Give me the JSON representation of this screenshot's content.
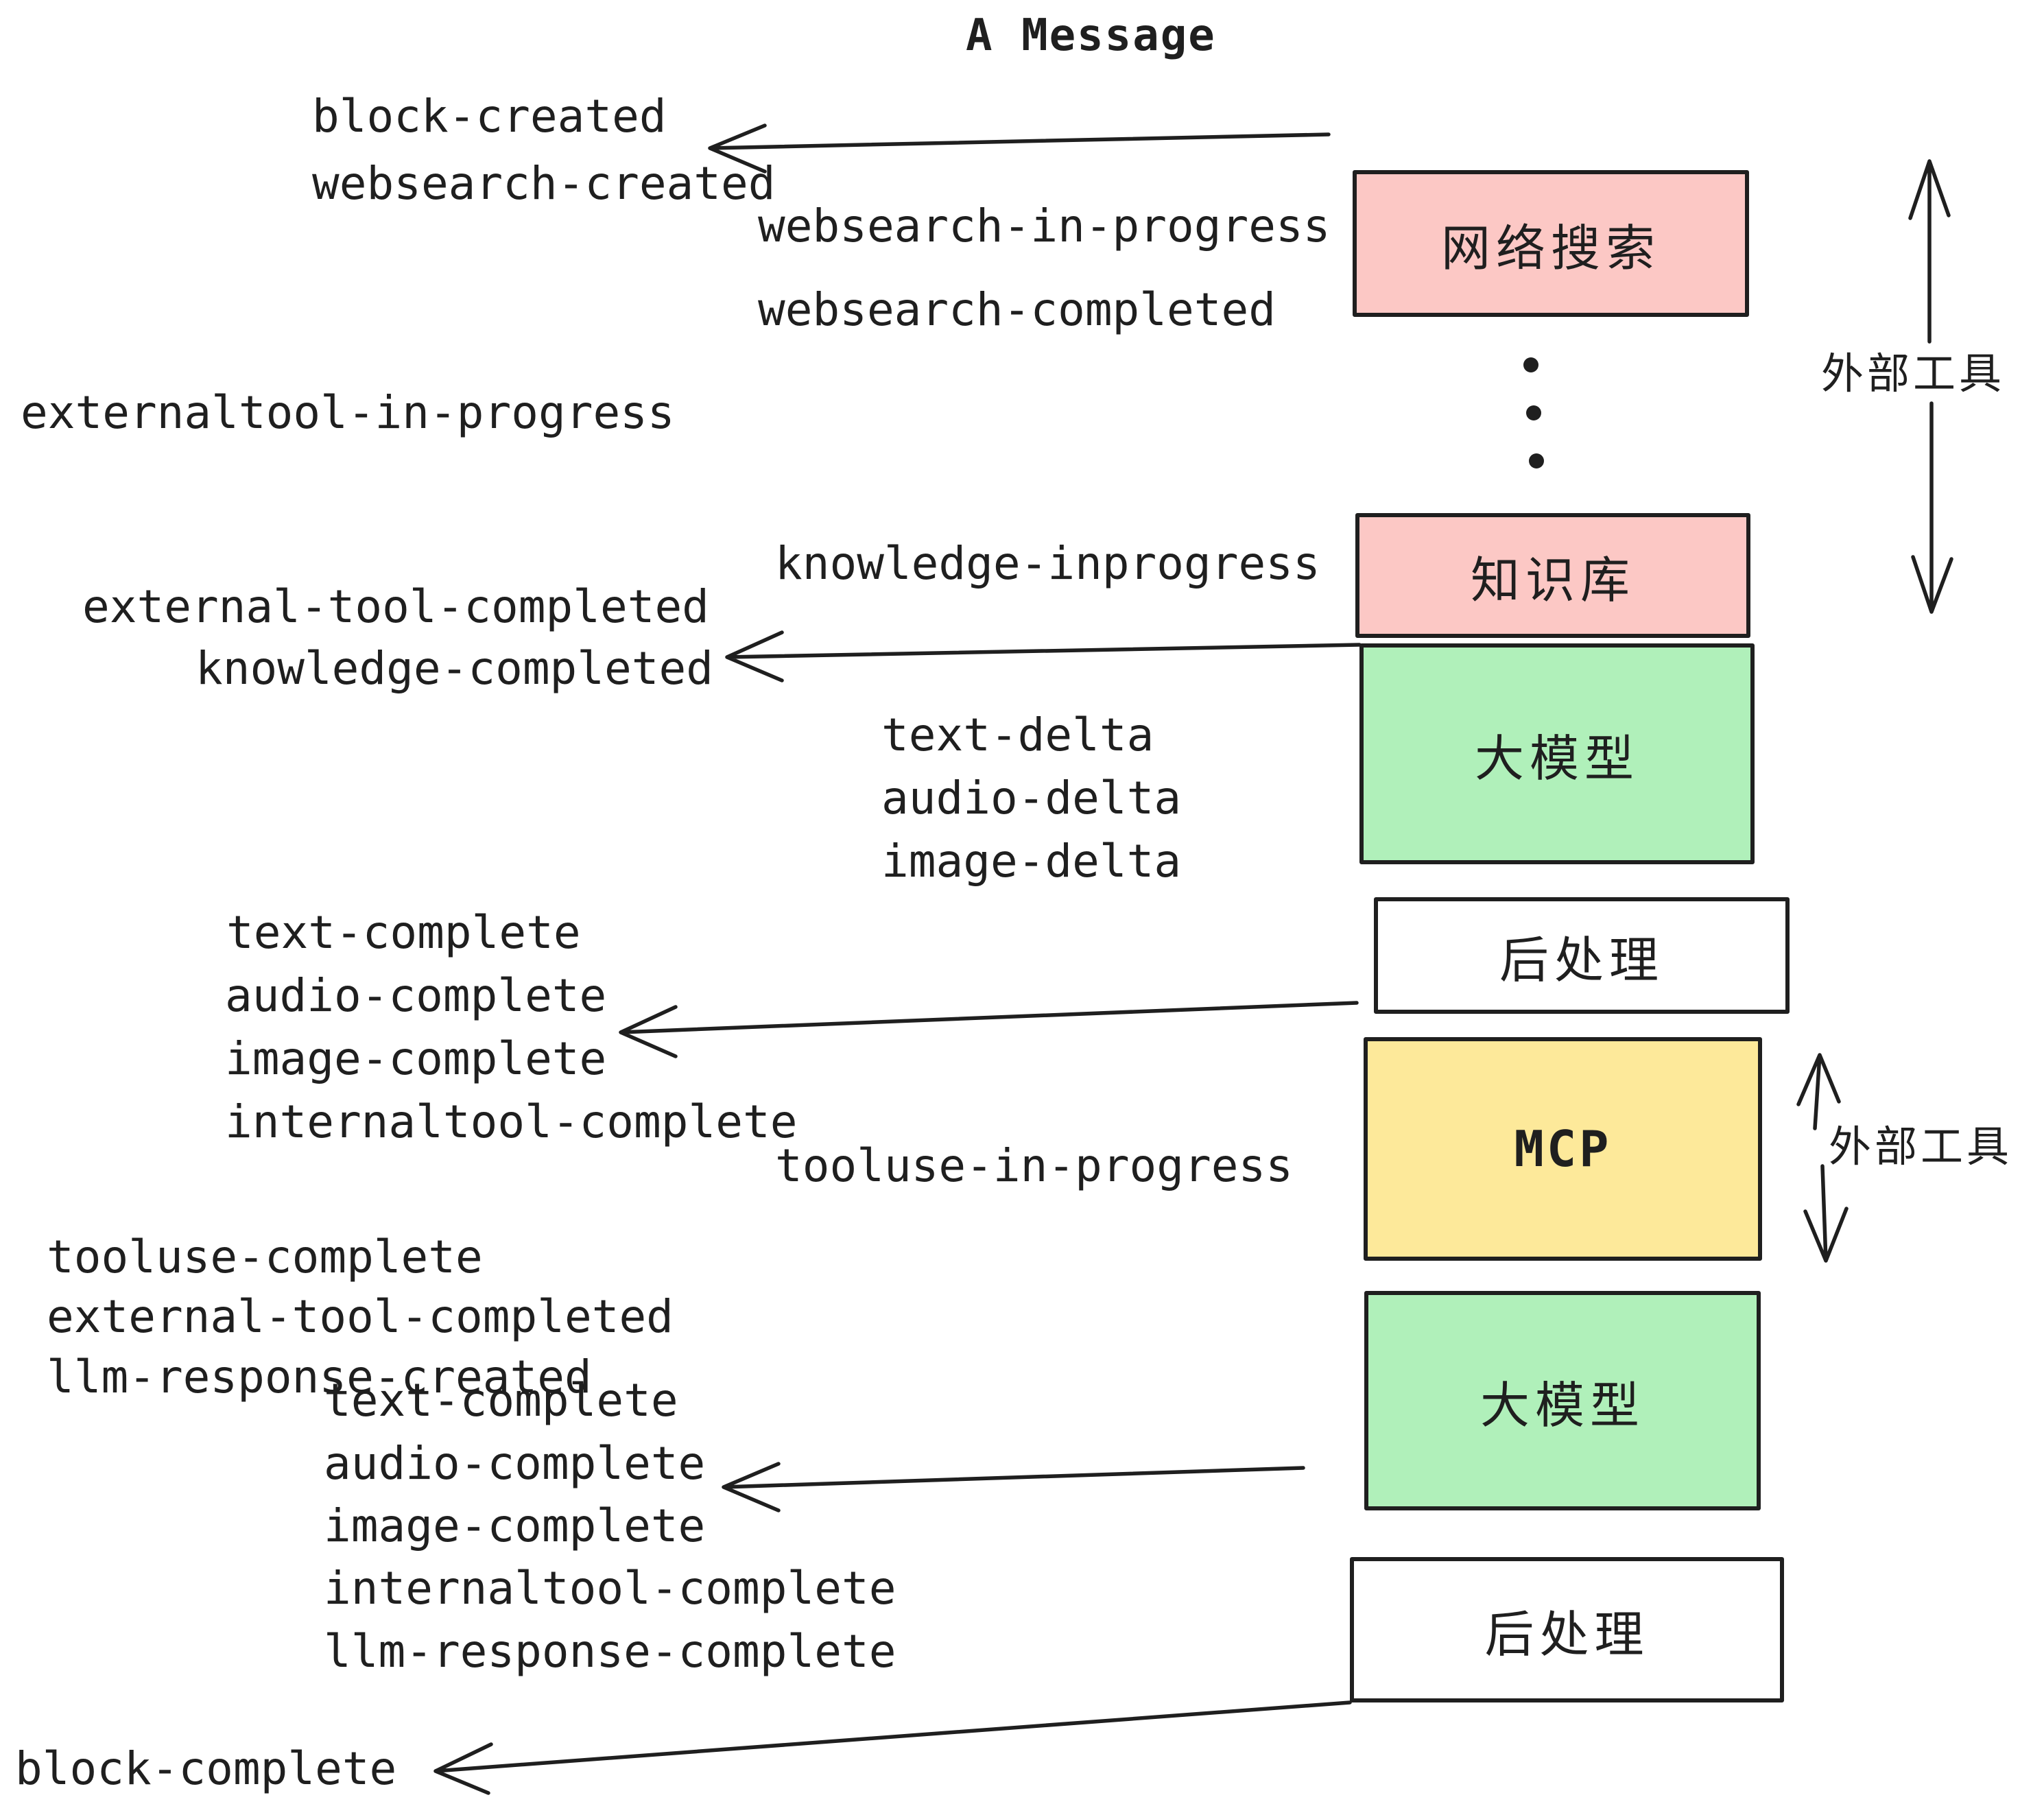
{
  "title": "A Message",
  "colors": {
    "pink": "#FCC8C5",
    "green": "#B0F0BA",
    "yellow": "#FDE99A",
    "white": "#FFFFFF",
    "ink": "#1F1F1F"
  },
  "boxes": [
    {
      "id": "websearch",
      "label": "网络搜索",
      "color": "pink"
    },
    {
      "id": "knowledge",
      "label": "知识库",
      "color": "pink"
    },
    {
      "id": "llm-1",
      "label": "大模型",
      "color": "green"
    },
    {
      "id": "post-1",
      "label": "后处理",
      "color": "white"
    },
    {
      "id": "mcp",
      "label": "MCP",
      "color": "yellow"
    },
    {
      "id": "llm-2",
      "label": "大模型",
      "color": "green"
    },
    {
      "id": "post-2",
      "label": "后处理",
      "color": "white"
    }
  ],
  "side_annotations": [
    {
      "text": "外部工具"
    },
    {
      "text": "外部工具"
    }
  ],
  "events": [
    {
      "text": "block-created"
    },
    {
      "text": "websearch-created"
    },
    {
      "text": "websearch-in-progress"
    },
    {
      "text": "websearch-completed"
    },
    {
      "text": "externaltool-in-progress"
    },
    {
      "text": "knowledge-inprogress"
    },
    {
      "text": "external-tool-completed"
    },
    {
      "text": "knowledge-completed"
    },
    {
      "text": "text-delta"
    },
    {
      "text": "audio-delta"
    },
    {
      "text": "image-delta"
    },
    {
      "text": "text-complete"
    },
    {
      "text": "audio-complete"
    },
    {
      "text": "image-complete"
    },
    {
      "text": "internaltool-complete"
    },
    {
      "text": "tooluse-in-progress"
    },
    {
      "text": "tooluse-complete"
    },
    {
      "text": "external-tool-completed"
    },
    {
      "text": "llm-response-created"
    },
    {
      "text": "text-complete"
    },
    {
      "text": "audio-complete"
    },
    {
      "text": "image-complete"
    },
    {
      "text": "internaltool-complete"
    },
    {
      "text": "llm-response-complete"
    },
    {
      "text": "block-complete"
    }
  ]
}
